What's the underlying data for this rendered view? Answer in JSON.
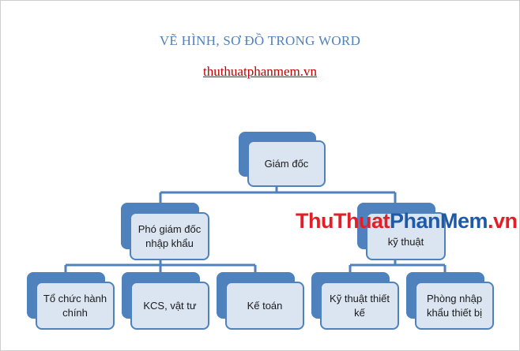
{
  "title": "VẼ HÌNH, SƠ ĐỒ TRONG WORD",
  "site_link": "thuthuatphanmem.vn",
  "org_chart": {
    "top": "Giám đốc",
    "level2": [
      {
        "label": "Phó giám đốc nhập khẩu"
      },
      {
        "label": "kỹ thuật"
      }
    ],
    "level3": [
      {
        "label": "Tổ chức hành chính"
      },
      {
        "label": "KCS, vật tư"
      },
      {
        "label": "Kế toán"
      },
      {
        "label": "Kỹ thuật thiết kế"
      },
      {
        "label": "Phòng nhập khẩu thiết bị"
      }
    ]
  },
  "colors": {
    "box_fill": "#dbe5f1",
    "box_border": "#4f81bd",
    "connector": "#4f81bd",
    "title": "#4f81bd",
    "link": "#c00000"
  },
  "watermark": {
    "part1": "ThuThuat",
    "part2": "PhanMem",
    "part3": ".vn"
  }
}
